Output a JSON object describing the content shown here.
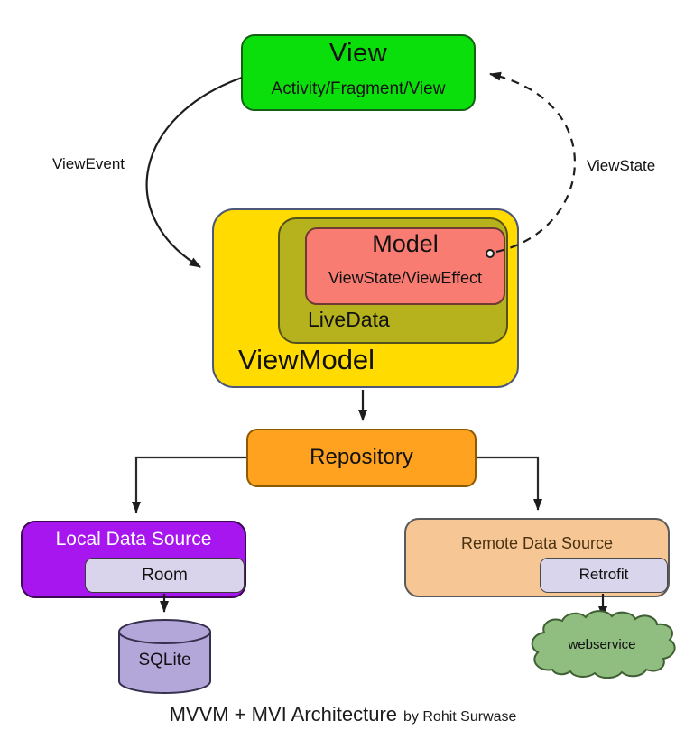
{
  "caption": {
    "title": "MVVM + MVI Architecture",
    "byline": "by Rohit Surwase"
  },
  "nodes": {
    "view": {
      "title": "View",
      "subtitle": "Activity/Fragment/View"
    },
    "viewmodel": {
      "title": "ViewModel"
    },
    "livedata": {
      "title": "LiveData"
    },
    "model": {
      "title": "Model",
      "subtitle": "ViewState/ViewEffect"
    },
    "repository": {
      "title": "Repository"
    },
    "local_data_source": {
      "title": "Local Data Source",
      "tech": "Room"
    },
    "remote_data_source": {
      "title": "Remote Data Source",
      "tech": "Retrofit"
    },
    "sqlite": {
      "title": "SQLite"
    },
    "webservice": {
      "title": "webservice"
    }
  },
  "edges": {
    "view_event": "ViewEvent",
    "view_state": "ViewState"
  },
  "colors": {
    "view": "#0bdf0b",
    "viewmodel": "#ffdb00",
    "livedata": "#b5b21e",
    "model": "#f97c72",
    "repository": "#ffa21f",
    "local_data_source": "#a716ee",
    "remote_data_source": "#f6c795",
    "tech_chip": "#d9d4eb",
    "sqlite": "#b3a6d9",
    "webservice": "#90be80",
    "wire": "#1d1d1d"
  }
}
